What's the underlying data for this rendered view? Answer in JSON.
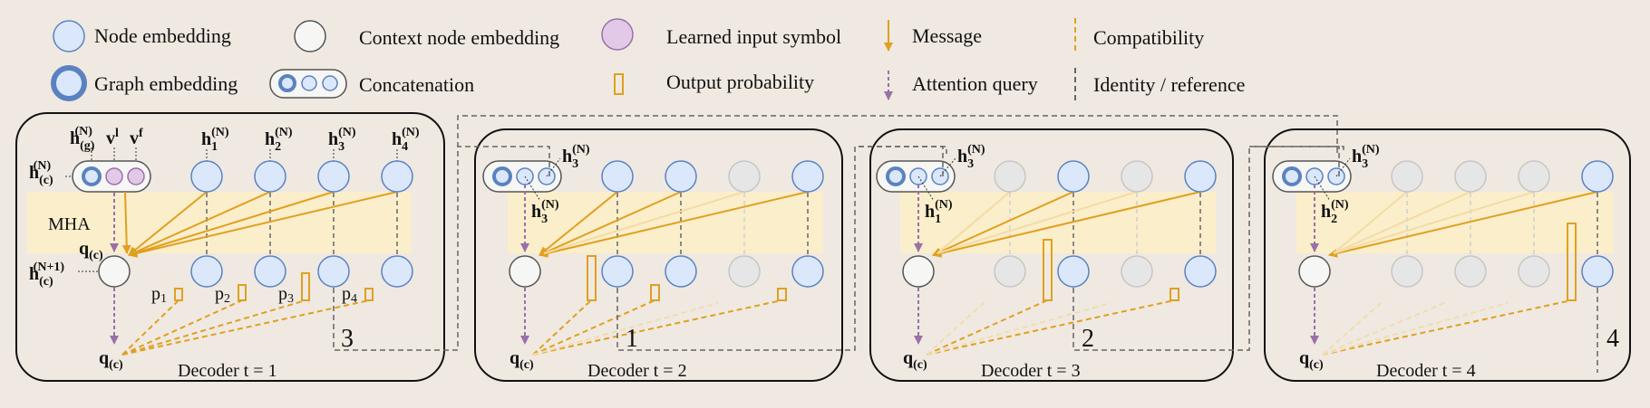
{
  "legend": {
    "node_embedding": "Node embedding",
    "context_node_embedding": "Context node embedding",
    "learned_input_symbol": "Learned input symbol",
    "message": "Message",
    "compatibility": "Compatibility",
    "graph_embedding": "Graph embedding",
    "concatenation": "Concatenation",
    "output_probability": "Output probability",
    "attention_query": "Attention query",
    "identity_reference": "Identity / reference"
  },
  "colors": {
    "node_fill": "#dbe8fb",
    "node_stroke": "#5b82c0",
    "context_fill": "#f6f6f4",
    "symbol_fill": "#e2c9e8",
    "symbol_stroke": "#9a70a8",
    "message": "#e0a020",
    "attention": "#9a70a8",
    "mha_band": "#fbeecb",
    "faded_node_fill": "#e6e6e6",
    "faded_node_stroke": "#c6c6c6"
  },
  "panel1": {
    "hg": "h",
    "hg_sub": "(g)",
    "hg_sup": "(N)",
    "v1": "v",
    "v1_sup": "l",
    "vf": "v",
    "vf_sup": "f",
    "hc": "h",
    "hc_sub": "(c)",
    "hc_sup": "(N)",
    "mha": "MHA",
    "q": "q",
    "q_sub": "(c)",
    "hc1": "h",
    "hc1_sub": "(c)",
    "hc1_sup": "(N+1)",
    "nodes": [
      {
        "h": "h",
        "sub": "1",
        "sup": "(N)"
      },
      {
        "h": "h",
        "sub": "2",
        "sup": "(N)"
      },
      {
        "h": "h",
        "sub": "3",
        "sup": "(N)"
      },
      {
        "h": "h",
        "sub": "4",
        "sup": "(N)"
      }
    ],
    "probs": [
      {
        "p": "p",
        "sub": "1"
      },
      {
        "p": "p",
        "sub": "2"
      },
      {
        "p": "p",
        "sub": "3"
      },
      {
        "p": "p",
        "sub": "4"
      }
    ],
    "output": "3",
    "title": "Decoder t = 1"
  },
  "panel2": {
    "top_h": "h",
    "top_sub": "3",
    "top_sup": "(N)",
    "bot_h": "h",
    "bot_sub": "3",
    "bot_sup": "(N)",
    "q": "q",
    "q_sub": "(c)",
    "output": "1",
    "title": "Decoder t = 2"
  },
  "panel3": {
    "top_h": "h",
    "top_sub": "3",
    "top_sup": "(N)",
    "bot_h": "h",
    "bot_sub": "1",
    "bot_sup": "(N)",
    "q": "q",
    "q_sub": "(c)",
    "output": "2",
    "title": "Decoder t = 3"
  },
  "panel4": {
    "top_h": "h",
    "top_sub": "3",
    "top_sup": "(N)",
    "bot_h": "h",
    "bot_sub": "2",
    "bot_sup": "(N)",
    "q": "q",
    "q_sub": "(c)",
    "output": "4",
    "title": "Decoder t = 4"
  }
}
